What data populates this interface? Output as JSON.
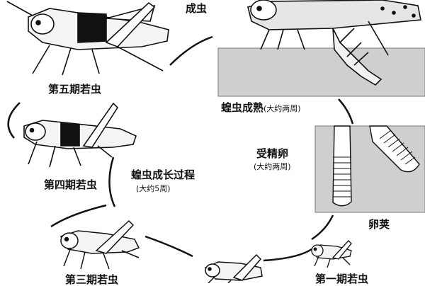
{
  "diagram": {
    "center_title": "蝗虫成长过程",
    "center_note": "(大约5周)",
    "stages": {
      "adult": "成虫",
      "mature": "蝗虫成熟",
      "mature_note": "(大约两周)",
      "egg": "受精卵",
      "egg_note": "(大约两周)",
      "egg_pod": "卵荚",
      "instar1": "第一期若虫",
      "instar3": "第三期若虫",
      "instar4": "第四期若虫",
      "instar5": "第五期若虫"
    }
  }
}
